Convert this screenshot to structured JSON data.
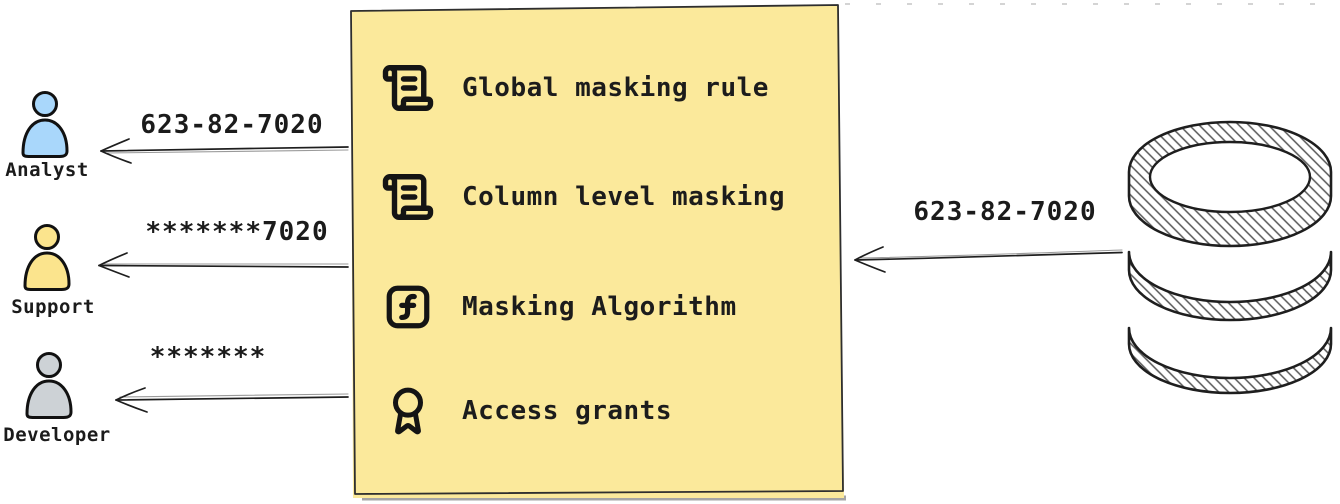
{
  "masking_box": {
    "fill": "#fbe99b",
    "items": [
      {
        "icon": "scroll-text",
        "label": "Global masking rule"
      },
      {
        "icon": "scroll-text",
        "label": "Column level masking"
      },
      {
        "icon": "function-square",
        "label": "Masking Algorithm"
      },
      {
        "icon": "award",
        "label": "Access grants"
      }
    ]
  },
  "actors": [
    {
      "name": "Analyst",
      "received_value": "623-82-7020",
      "color": "#a9d7fb"
    },
    {
      "name": "Support",
      "received_value": "*******7020",
      "color": "#fbe48d"
    },
    {
      "name": "Developer",
      "received_value": "*******",
      "color": "#cdd2d6"
    }
  ],
  "database": {
    "outgoing_value": "623-82-7020"
  }
}
